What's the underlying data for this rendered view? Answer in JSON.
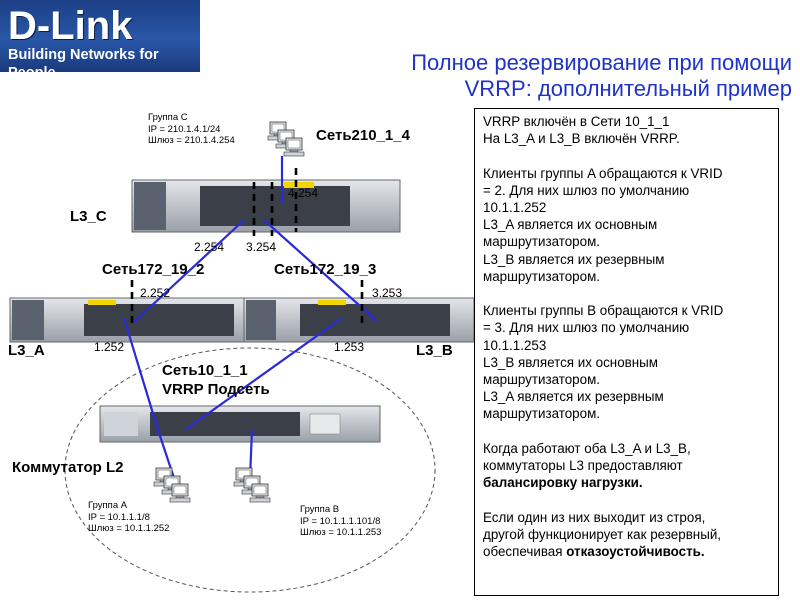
{
  "logo": {
    "name": "D-Link",
    "tagline": "Building Networks for People"
  },
  "title": {
    "line1": "Полное резервирование при помощи",
    "line2": "VRRP: дополнительный пример"
  },
  "info": {
    "p1": [
      "VRRP включён в Сети 10_1_1",
      "На L3_A и L3_B включён VRRP."
    ],
    "p2": [
      "Клиенты группы A обращаются к VRID",
      "= 2. Для них шлюз по умолчанию",
      "10.1.1.252",
      "L3_A является их основным",
      "маршрутизатором.",
      "L3_B является их резервным",
      "маршрутизатором."
    ],
    "p3": [
      "Клиенты группы B обращаются к VRID",
      "= 3. Для них шлюз по умолчанию",
      "10.1.1.253",
      "L3_B является их основным",
      "маршрутизатором.",
      "L3_A является их резервным",
      "маршрутизатором."
    ],
    "p4_lines": [
      "Когда работают оба L3_A и L3_B,",
      "коммутаторы L3 предоставляют"
    ],
    "p4_bold": "балансировку нагрузки.",
    "p5_lines": [
      "Если один из них выходит из строя,",
      "другой функционирует как резервный,"
    ],
    "p5_prefix": "обеспечивая ",
    "p5_bold": "отказоустойчивость."
  },
  "labels": {
    "group_c": [
      "Группа C",
      "IP = 210.1.4.1/24",
      "Шлюз = 210.1.4.254"
    ],
    "net_210": "Сеть210_1_4",
    "ip_4254": "4.254",
    "l3_c": "L3_C",
    "ip_2254": "2.254",
    "ip_3254": "3.254",
    "net_172_2": "Сеть172_19_2",
    "net_172_3": "Сеть172_19_3",
    "ip_2252": "2.252",
    "ip_3253": "3.253",
    "l3_a": "L3_A",
    "l3_b": "L3_B",
    "ip_1252": "1.252",
    "ip_1253": "1.253",
    "net_10_1": "Сеть10_1_1",
    "vrrp_subnet": "VRRP  Подсеть",
    "switch_l2": "Коммутатор  L2",
    "group_a": [
      "Группа A",
      "IP = 10.1.1.1/8",
      "Шлюз = 10.1.1.252"
    ],
    "group_b": [
      "Группа B",
      "IP = 10.1.1.1.101/8",
      "Шлюз = 10.1.1.253"
    ]
  },
  "colors": {
    "title": "#1f34c6",
    "link": "#2a2ad8",
    "logo_bg": "#1c3f86"
  },
  "icons": [
    "switch-icon",
    "computer-group-icon"
  ]
}
